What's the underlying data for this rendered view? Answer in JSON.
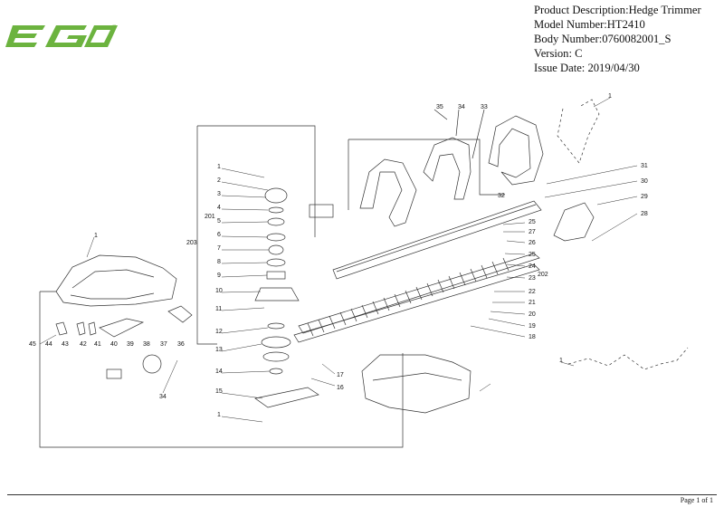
{
  "header": {
    "brand": "EGO",
    "lines": [
      "Product Description:Hedge Trimmer",
      "Model Number:HT2410",
      "Body Number:0760082001_S",
      "Version: C",
      "Issue Date: 2019/04/30"
    ]
  },
  "callouts": [
    "1",
    "2",
    "3",
    "4",
    "5",
    "6",
    "7",
    "8",
    "9",
    "10",
    "11",
    "12",
    "13",
    "14",
    "15",
    "16",
    "17",
    "18",
    "19",
    "20",
    "21",
    "22",
    "23",
    "24",
    "25",
    "26",
    "27",
    "28",
    "29",
    "30",
    "31",
    "32",
    "33",
    "34",
    "35",
    "36",
    "37",
    "38",
    "39",
    "40",
    "41",
    "42",
    "43",
    "44",
    "45",
    "201",
    "202",
    "203"
  ],
  "footer": {
    "page": "Page 1 of 1"
  },
  "colors": {
    "brand_green": "#6cb33f",
    "line": "#333333"
  }
}
